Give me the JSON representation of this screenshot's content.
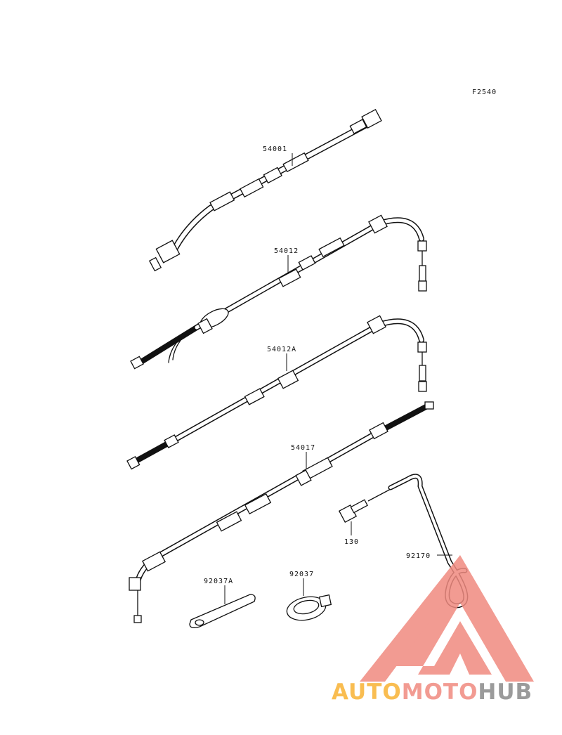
{
  "figure_code": "F2540",
  "parts": [
    {
      "id": "speedometer-cable",
      "number": "54001"
    },
    {
      "id": "throttle-cable-1",
      "number": "54012"
    },
    {
      "id": "throttle-cable-2",
      "number": "54012A"
    },
    {
      "id": "choke-cable",
      "number": "54017"
    },
    {
      "id": "bolt",
      "number": "130"
    },
    {
      "id": "clamp-92170",
      "number": "92170"
    },
    {
      "id": "clamp-92037A",
      "number": "92037A"
    },
    {
      "id": "clamp-92037",
      "number": "92037"
    }
  ],
  "watermark": {
    "part1": "AUTO",
    "part2": "MOTO",
    "part3": "HUB",
    "colors": {
      "triangle": "#f08a80",
      "auto": "#f9b233",
      "moto": "#f08a80",
      "hub": "#8a8a8a"
    }
  }
}
